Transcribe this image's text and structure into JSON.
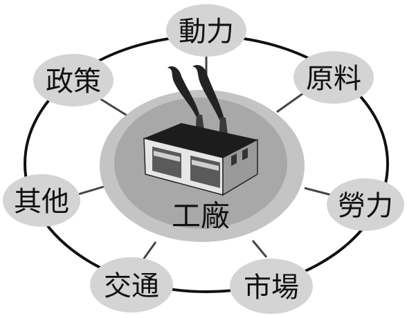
{
  "center": {
    "label": "工廠",
    "icon": "factory-icon"
  },
  "factors": [
    {
      "id": "power",
      "label": "動力"
    },
    {
      "id": "materials",
      "label": "原料"
    },
    {
      "id": "labor",
      "label": "勞力"
    },
    {
      "id": "market",
      "label": "市場"
    },
    {
      "id": "transport",
      "label": "交通"
    },
    {
      "id": "other",
      "label": "其他"
    },
    {
      "id": "policy",
      "label": "政策"
    }
  ],
  "colors": {
    "node_fill": "#d4d4d4",
    "center_outer": "#c4c4c4",
    "center_inner": "#a8a8a8",
    "line": "#111111",
    "spoke": "#444444"
  }
}
